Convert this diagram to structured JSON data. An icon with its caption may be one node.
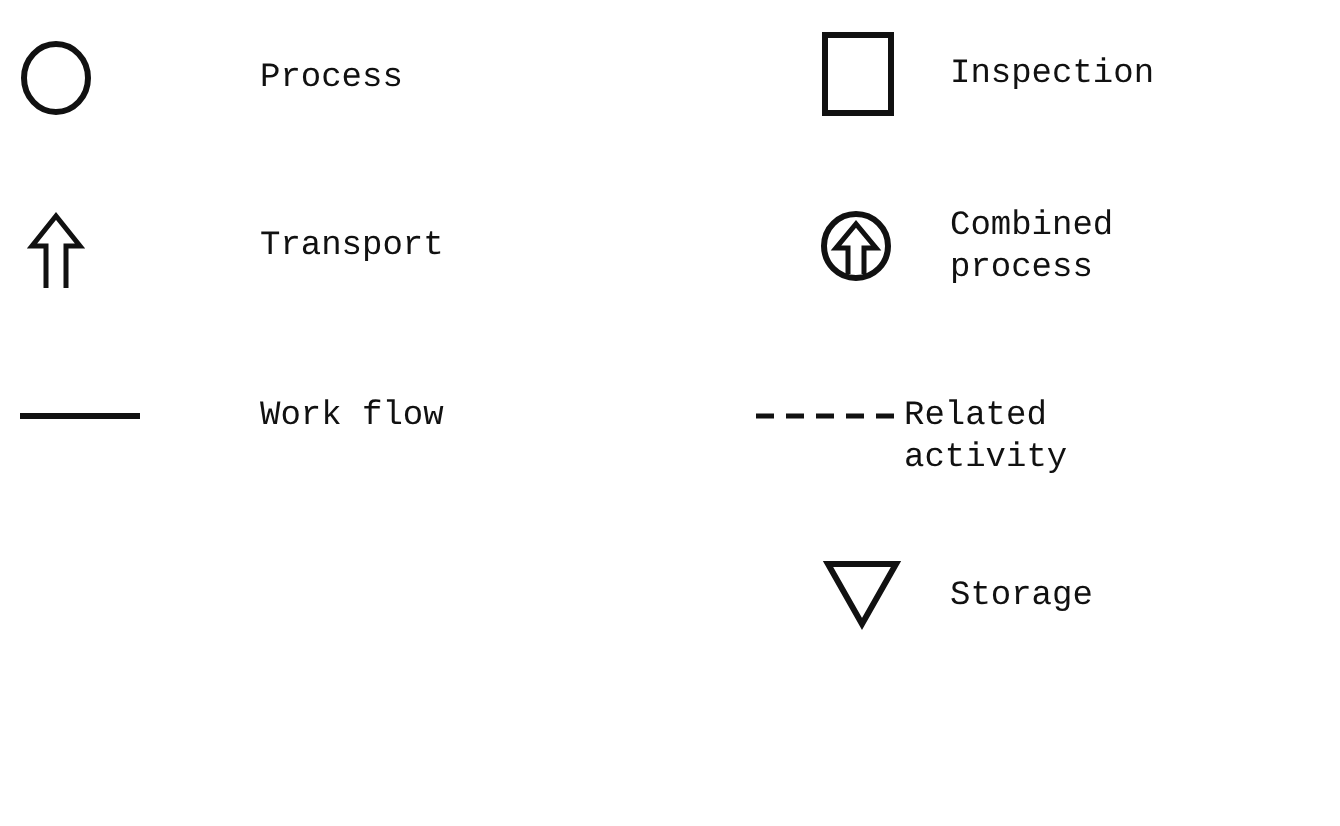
{
  "diagram": {
    "legend": [
      {
        "text": "Process"
      },
      {
        "text": "Inspection"
      },
      {
        "text": "Transport"
      },
      {
        "text": "Combined process"
      },
      {
        "text": "Work flow"
      },
      {
        "text": "Related activity"
      },
      {
        "text": "Storage"
      }
    ]
  }
}
